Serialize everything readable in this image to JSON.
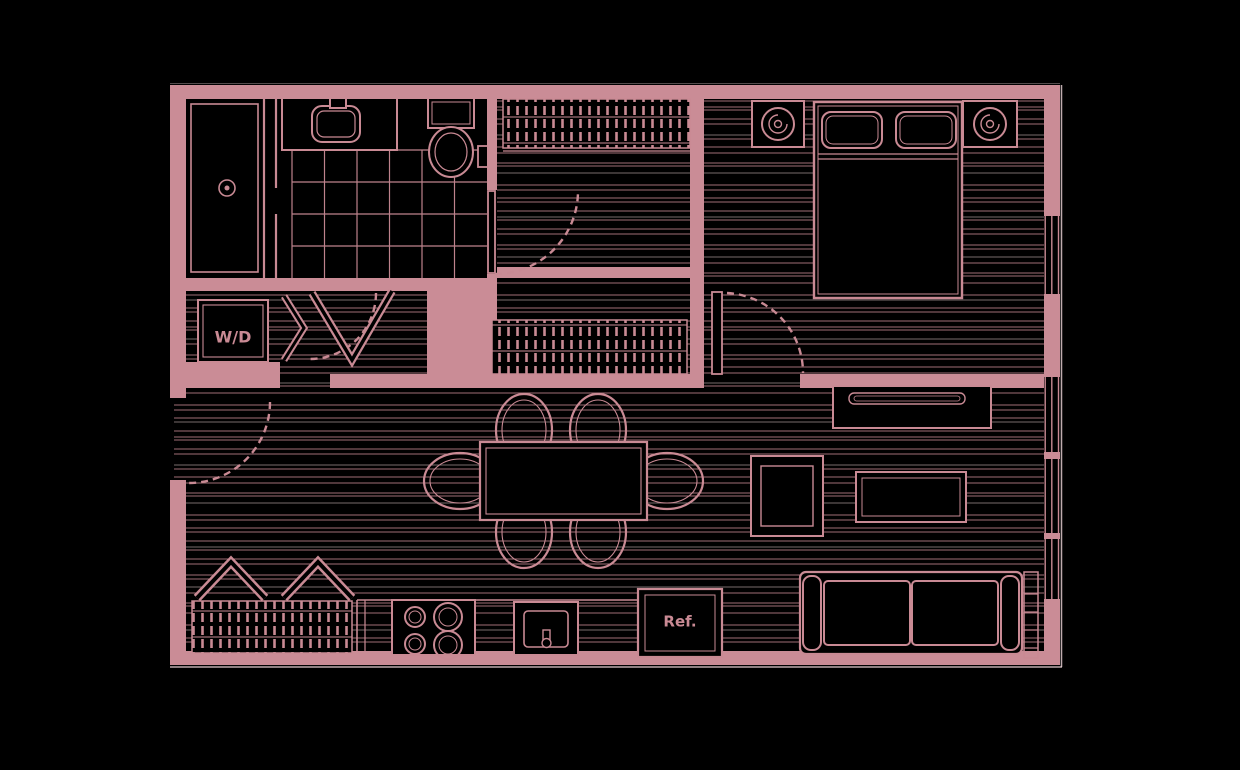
{
  "app": {
    "name": "apartment-floor-plan"
  },
  "labels": {
    "washer_dryer": "W/D",
    "refrigerator": "Ref."
  },
  "colors": {
    "background": "#000000",
    "wall": "#ca8c96",
    "ink": "#c98a94",
    "highlight": "#eed6da"
  }
}
